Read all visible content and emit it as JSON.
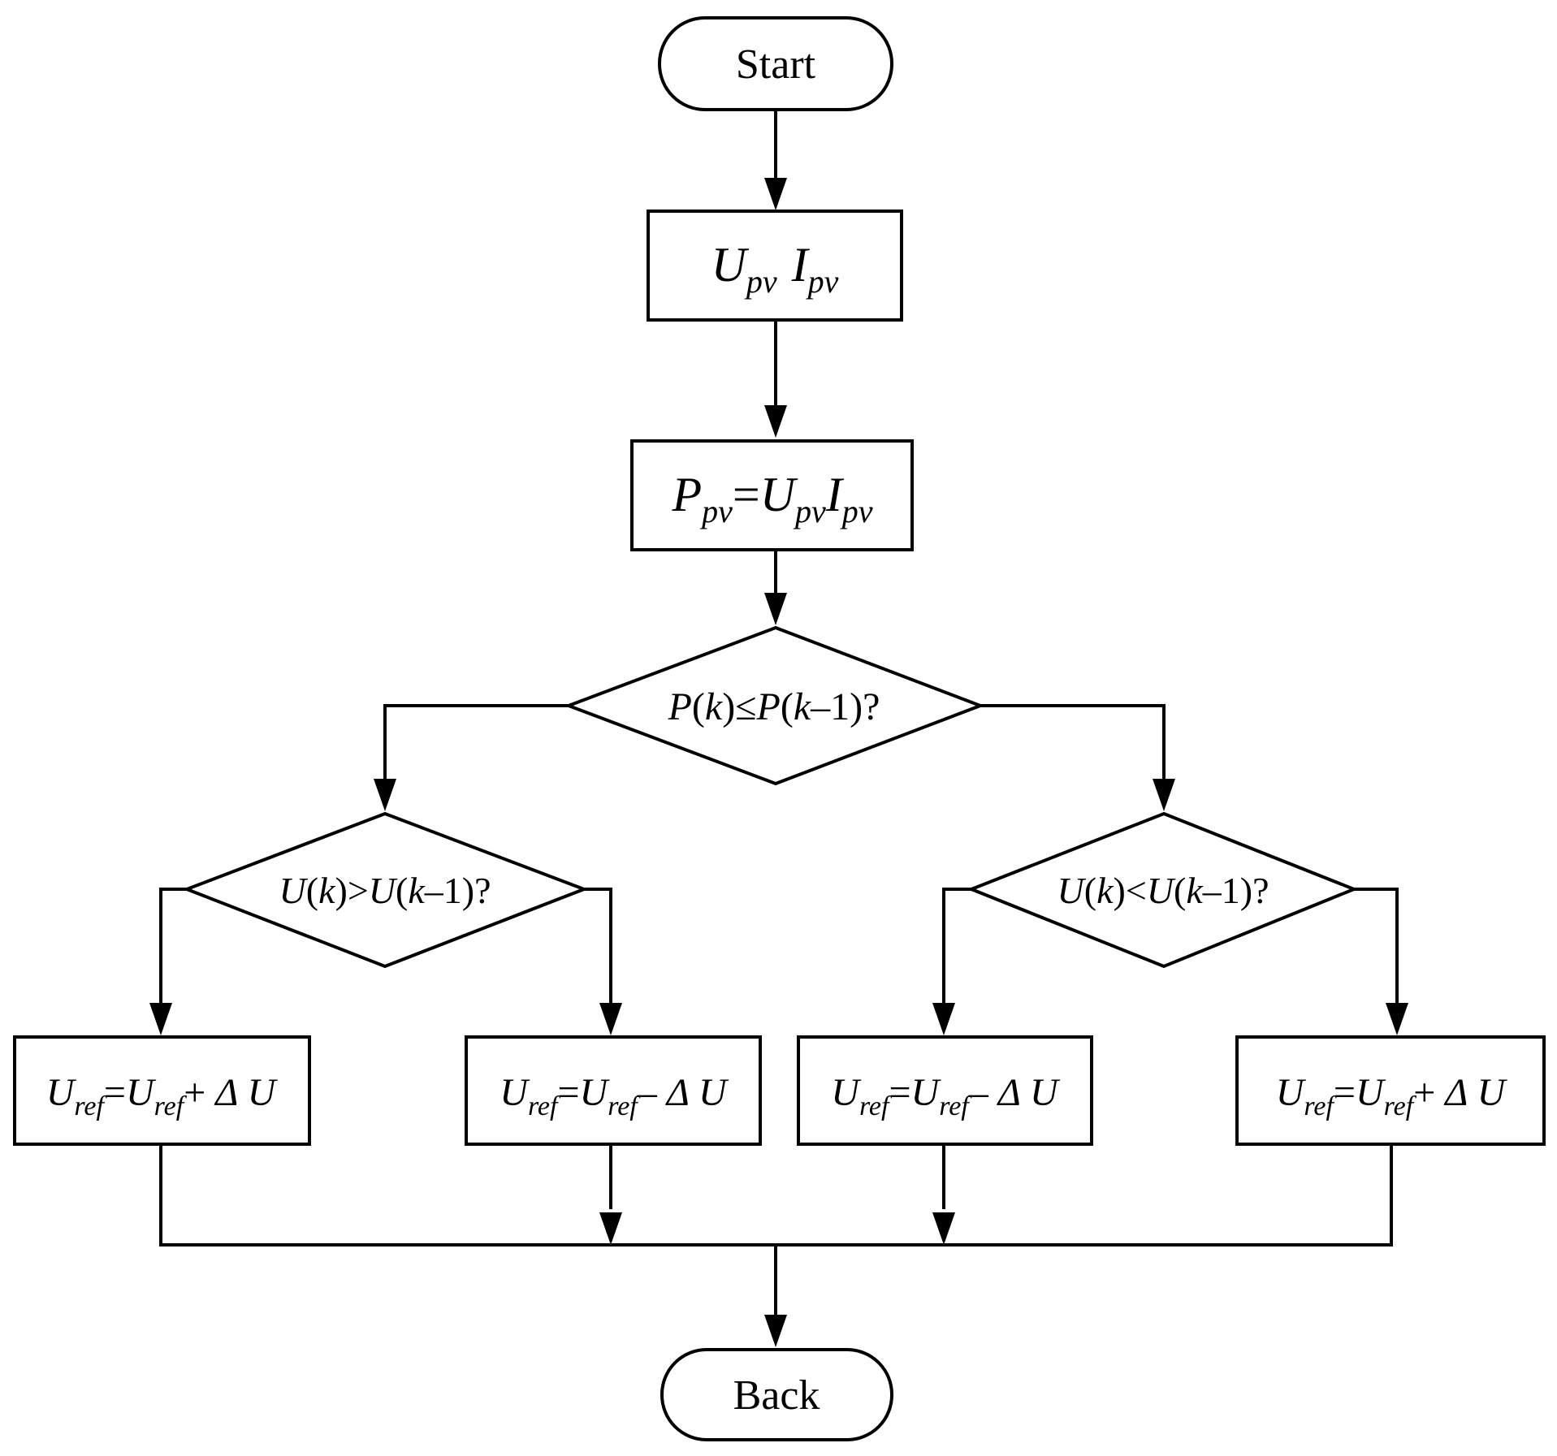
{
  "nodes": {
    "start": {
      "label": "Start"
    },
    "measure": {
      "u": "U",
      "u_sub": "pv",
      "i": "I",
      "i_sub": "pv"
    },
    "power": {
      "p": "P",
      "p_sub": "pv",
      "eq": "=",
      "u": "U",
      "u_sub": "pv",
      "i": "I",
      "i_sub": "pv"
    },
    "decision_power": {
      "p1": "P",
      "lp1": "(",
      "k1": "k",
      "rp1": ")",
      "op": "≤",
      "p2": "P",
      "lp2": "(",
      "k2": "k",
      "minus_one": "–1",
      "rp2": ")?"
    },
    "decision_left": {
      "u1": "U",
      "lp1": "(",
      "k1": "k",
      "rp1": ")",
      "op": ">",
      "u2": "U",
      "lp2": "(",
      "k2": "k",
      "minus_one": "–1",
      "rp2": ")?"
    },
    "decision_right": {
      "u1": "U",
      "lp1": "(",
      "k1": "k",
      "rp1": ")",
      "op": "<",
      "u2": "U",
      "lp2": "(",
      "k2": "k",
      "minus_one": "–1",
      "rp2": ")?"
    },
    "update_1": {
      "u": "U",
      "sub": "ref",
      "eq": "=",
      "u2": "U",
      "sub2": "ref",
      "op": "+ ",
      "delta": "Δ",
      "du": " U"
    },
    "update_2": {
      "u": "U",
      "sub": "ref",
      "eq": "=",
      "u2": "U",
      "sub2": "ref",
      "op": "– ",
      "delta": "Δ",
      "du": " U"
    },
    "update_3": {
      "u": "U",
      "sub": "ref",
      "eq": "=",
      "u2": "U",
      "sub2": "ref",
      "op": "– ",
      "delta": "Δ",
      "du": " U"
    },
    "update_4": {
      "u": "U",
      "sub": "ref",
      "eq": "=",
      "u2": "U",
      "sub2": "ref",
      "op": "+ ",
      "delta": "Δ",
      "du": " U"
    },
    "back": {
      "label": "Back"
    }
  }
}
